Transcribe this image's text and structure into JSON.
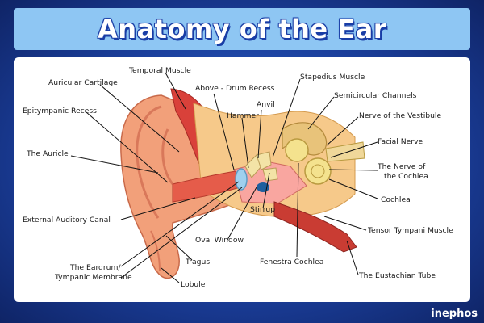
{
  "title": "Anatomy of the Ear",
  "brand": "inephos",
  "colors": {
    "background": "#1b3f9c",
    "title_bar": "#8ec6f3",
    "panel": "#ffffff"
  },
  "labels": [
    {
      "id": "temporal-muscle",
      "text": "Temporal Muscle"
    },
    {
      "id": "auricular-cartilage",
      "text": "Auricular Cartilage"
    },
    {
      "id": "above-drum-recess",
      "text": "Above - Drum Recess"
    },
    {
      "id": "stapedius-muscle",
      "text": "Stapedius Muscle"
    },
    {
      "id": "anvil",
      "text": "Anvil"
    },
    {
      "id": "hammer",
      "text": "Hammer"
    },
    {
      "id": "semicircular-channels",
      "text": "Semicircular Channels"
    },
    {
      "id": "epitympanic-recess",
      "text": "Epitympanic Recess"
    },
    {
      "id": "nerve-vestibule",
      "text": "Nerve of the Vestibule"
    },
    {
      "id": "facial-nerve",
      "text": "Facial Nerve"
    },
    {
      "id": "the-auricle",
      "text": "The Auricle"
    },
    {
      "id": "nerve-cochlea-1",
      "text": "The Nerve of"
    },
    {
      "id": "nerve-cochlea-2",
      "text": "the Cochlea"
    },
    {
      "id": "cochlea",
      "text": "Cochlea"
    },
    {
      "id": "external-auditory-canal",
      "text": "External Auditory Canal"
    },
    {
      "id": "tensor-tympani",
      "text": "Tensor Tympani Muscle"
    },
    {
      "id": "oval-window",
      "text": "Oval Window"
    },
    {
      "id": "stirrup",
      "text": "Stirrup"
    },
    {
      "id": "tragus",
      "text": "Tragus"
    },
    {
      "id": "fenestra-cochlea",
      "text": "Fenestra Cochlea"
    },
    {
      "id": "eardrum-1",
      "text": "The Eardrum/"
    },
    {
      "id": "eardrum-2",
      "text": "Tympanic Membrane"
    },
    {
      "id": "eustachian-tube",
      "text": "The Eustachian Tube"
    },
    {
      "id": "lobule",
      "text": "Lobule"
    }
  ]
}
